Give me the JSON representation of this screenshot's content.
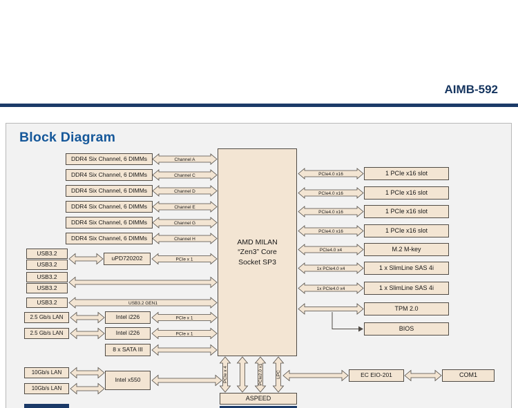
{
  "header": {
    "product": "AIMB-592"
  },
  "section": {
    "title": "Block Diagram"
  },
  "cpu": {
    "line1": "AMD MILAN",
    "line2": "“Zen3” Core",
    "line3": "Socket SP3"
  },
  "memory": {
    "dimms": [
      "DDR4 Six Channel, 6 DIMMs",
      "DDR4 Six Channel, 6 DIMMs",
      "DDR4 Six Channel, 6 DIMMs",
      "DDR4 Six Channel, 6 DIMMs",
      "DDR4 Six Channel, 6 DIMMs",
      "DDR4 Six Channel, 6 DIMMs"
    ],
    "channels": [
      "Channel A",
      "Channel C",
      "Channel D",
      "Channel E",
      "Channel G",
      "Channel H"
    ]
  },
  "left": {
    "usb": [
      "USB3.2",
      "USB3.2",
      "USB3.2",
      "USB3.2",
      "USB3.2"
    ],
    "usb_hub": "uPD720202",
    "lan25": [
      "2.5 Gb/s LAN",
      "2.5 Gb/s LAN"
    ],
    "i226": [
      "Intel i226",
      "Intel i226"
    ],
    "sata": "8 x SATA III",
    "lan10": [
      "10Gb/s LAN",
      "10Gb/s LAN"
    ],
    "x550": "Intel x550"
  },
  "right": {
    "pcie_slots": [
      "1 PCIe x16 slot",
      "1 PCIe x16 slot",
      "1 PCIe x16 slot",
      "1 PCIe x16 slot"
    ],
    "m2": "M.2 M-key",
    "sas": [
      "1 x SlimLine SAS 4i",
      "1 x SlimLine SAS 4i"
    ],
    "tpm": "TPM 2.0",
    "bios": "BIOS"
  },
  "bottom": {
    "aspeed": "ASPEED",
    "ec": "EC EIO-201",
    "com1": "COM1"
  },
  "labels": {
    "pcie_x1": "PCIe x 1",
    "usb_gen1": "USB3.2 GEN1",
    "pcie40x16": "PCIe4.0 x16",
    "pcie40x4": "PCIe4.0 x4",
    "pcie40x4_1x": "1x PCIe4.0 x4",
    "pcie_x4": "PCIe x 4",
    "pcie20x1": "PCIe2.0 x1",
    "lpc": "LPC"
  },
  "colors": {
    "accent_navy": "#1b3a68",
    "heading_blue": "#16589a",
    "box_fill": "#f3e5d3",
    "box_border": "#4f4a44"
  }
}
